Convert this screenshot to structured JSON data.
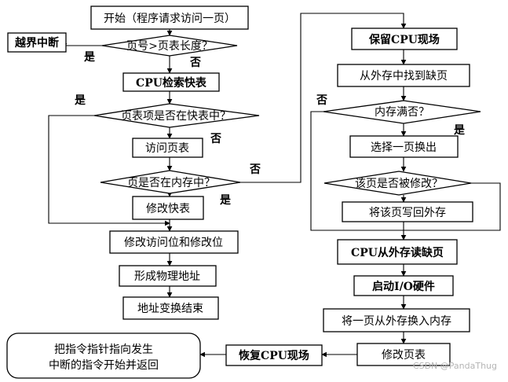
{
  "nodes": {
    "start": "开始（程序请求访问一页）",
    "page_limit_check": "页号>页表长度？",
    "out_of_bounds": "越界中断",
    "cpu_search_tlb": "CPU检索快表",
    "in_tlb_check": "页表项是否在快表中？",
    "access_page_table": "访问页表",
    "in_memory_check": "页是否在内存中？",
    "modify_tlb": "修改快表",
    "modify_access_bit": "修改访问位和修改位",
    "form_physical_address": "形成物理地址",
    "translation_end": "地址变换结束",
    "save_cpu_state": "保留CPU现场",
    "find_missing_page": "从外存中找到缺页",
    "memory_full_check": "内存满否？",
    "select_page_out": "选择一页换出",
    "page_modified_check": "该页是否被修改？",
    "write_back": "将该页写回外存",
    "cpu_read_page": "CPU从外存读缺页",
    "start_io": "启动I/O硬件",
    "swap_in": "将一页从外存换入内存",
    "modify_page_table": "修改页表",
    "restore_cpu_state": "恢复CPU现场",
    "return_line1": "把指令指针指向发生",
    "return_line2": "中断的指令开始并返回"
  },
  "labels": {
    "yes_overflow": "是",
    "no_overflow": "否",
    "yes_tlb": "是",
    "no_tlb": "否",
    "no_memory": "否",
    "yes_memory": "是",
    "no_full": "否",
    "yes_full": "是"
  },
  "watermark": "CSDN @PandaThug"
}
